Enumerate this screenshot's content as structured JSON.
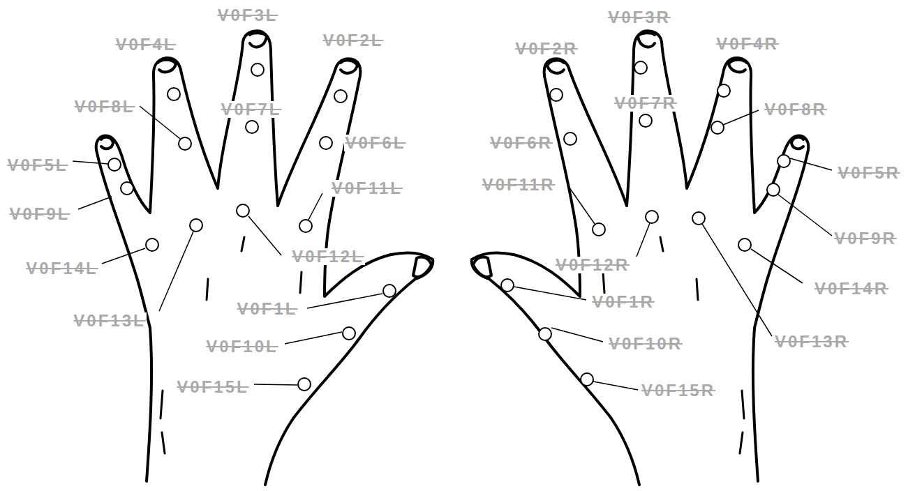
{
  "diagram": {
    "labels": [
      "V0F3L",
      "V0F4L",
      "V0F2L",
      "V0F8L",
      "V0F7L",
      "V0F6L",
      "V0F5L",
      "V0F11L",
      "V0F9L",
      "V0F12L",
      "V0F14L",
      "V0F1L",
      "V0F13L",
      "V0F10L",
      "V0F15L",
      "V0F3R",
      "V0F2R",
      "V0F4R",
      "V0F7R",
      "V0F8R",
      "V0F6R",
      "V0F5R",
      "V0F11R",
      "V0F9R",
      "V0F12R",
      "V0F14R",
      "V0F1R",
      "V0F13R",
      "V0F10R",
      "V0F15R"
    ]
  }
}
